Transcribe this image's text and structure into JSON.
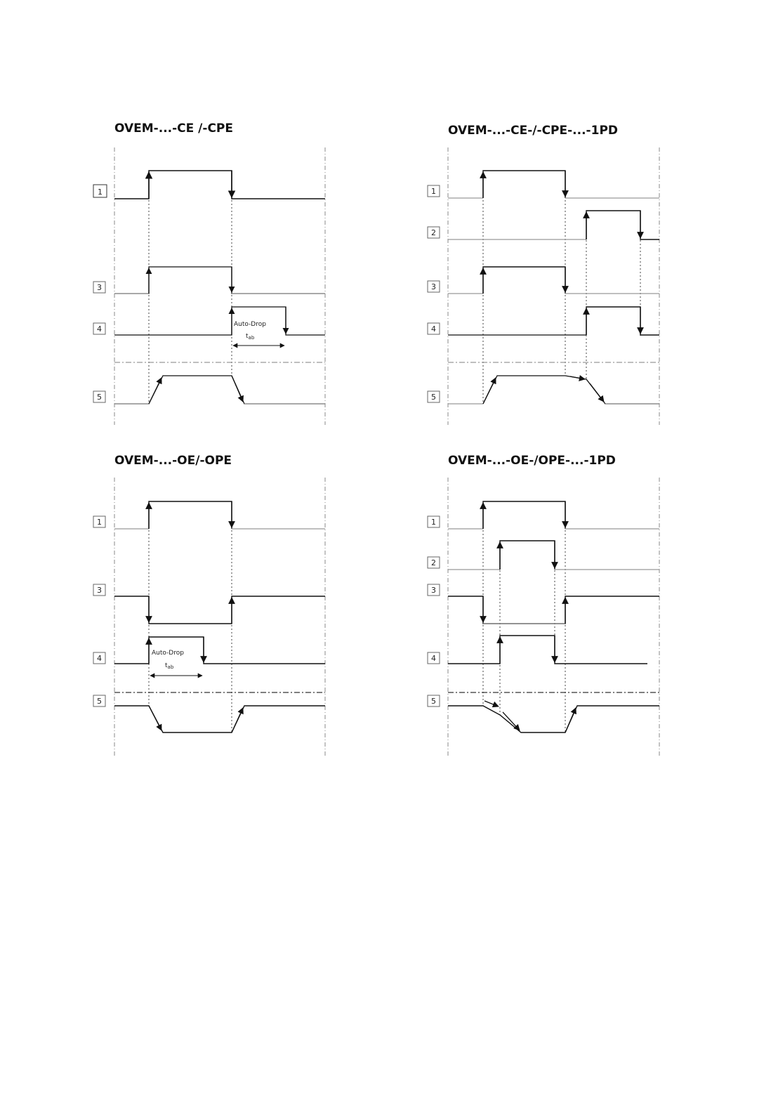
{
  "diagrams": [
    {
      "title": "OVEM-...-CE /-CPE",
      "signals": [
        "1",
        "3",
        "4",
        "5"
      ],
      "annotation": {
        "label": "Auto-Drop",
        "time": "t",
        "time_sub": "ab"
      }
    },
    {
      "title": "OVEM-...-CE-/-CPE-...-1PD",
      "signals": [
        "1",
        "2",
        "3",
        "4",
        "5"
      ]
    },
    {
      "title": "OVEM-...-OE/-OPE",
      "signals": [
        "1",
        "3",
        "4",
        "5"
      ],
      "annotation": {
        "label": "Auto-Drop",
        "time": "t",
        "time_sub": "ab"
      }
    },
    {
      "title": "OVEM-...-OE-/OPE-...-1PD",
      "signals": [
        "1",
        "2",
        "3",
        "4",
        "5"
      ]
    }
  ],
  "colors": {
    "line": "#111111",
    "grid": "#888888",
    "baseline": "#999999"
  }
}
